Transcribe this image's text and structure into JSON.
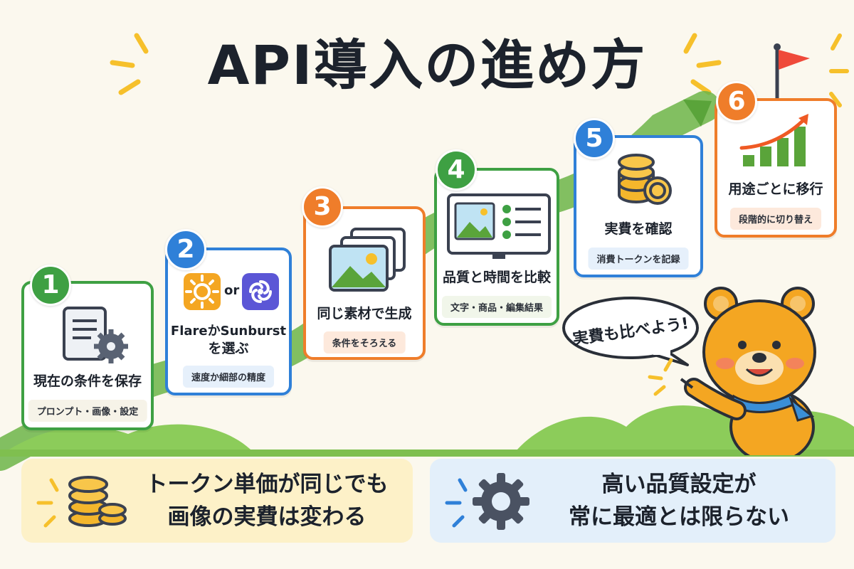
{
  "title": "API導入の進め方",
  "steps": [
    {
      "number": "1",
      "title": "現在の条件を保存",
      "chip": "プロンプト・画像・設定",
      "color": "#3ea043"
    },
    {
      "number": "2",
      "title_line1": "FlareかSunburst",
      "title_line2": "を選ぶ",
      "or_label": "or",
      "chip": "速度か細部の精度",
      "color": "#2f80d8"
    },
    {
      "number": "3",
      "title": "同じ素材で生成",
      "chip": "条件をそろえる",
      "color": "#ef7d2a"
    },
    {
      "number": "4",
      "title": "品質と時間を比較",
      "chip": "文字・商品・編集結果",
      "color": "#3ea043"
    },
    {
      "number": "5",
      "title": "実費を確認",
      "chip": "消費トークンを記録",
      "color": "#2f80d8"
    },
    {
      "number": "6",
      "title": "用途ごとに移行",
      "chip": "段階的に切り替え",
      "color": "#ef7d2a"
    }
  ],
  "bubble": "実費も比べよう!",
  "bottom": {
    "left_line1": "トークン単価が同じでも",
    "left_line2": "画像の実費は変わる",
    "right_line1": "高い品質設定が",
    "right_line2": "常に最適とは限らない"
  }
}
